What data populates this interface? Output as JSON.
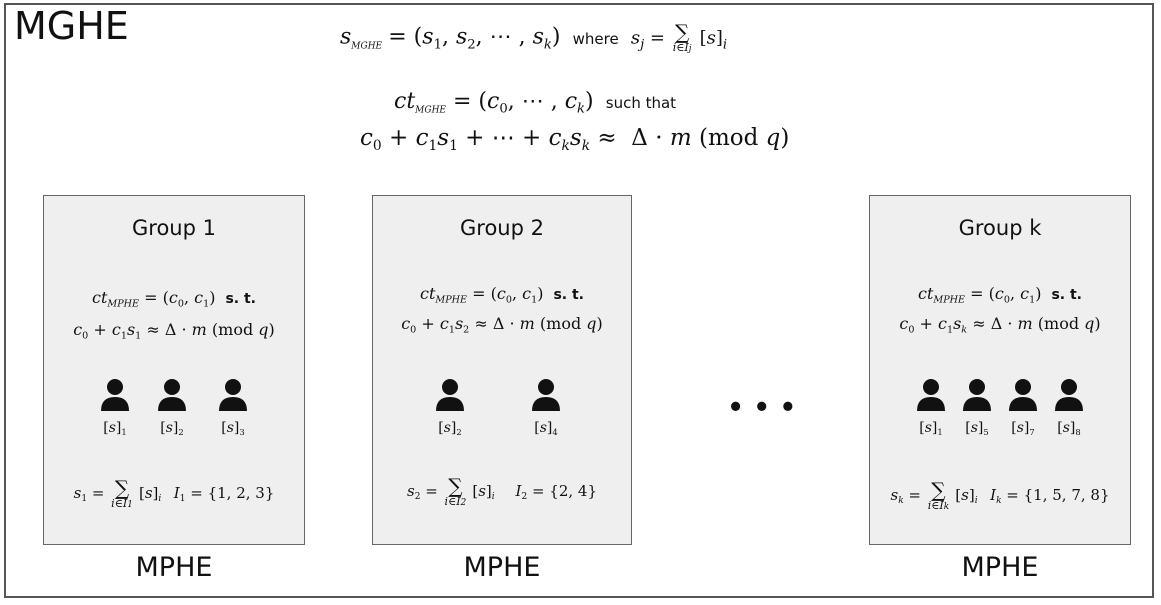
{
  "title": "MGHE",
  "words": {
    "where": "where",
    "such_that": "such that",
    "st": "s. t."
  },
  "groups": [
    {
      "title": "Group 1",
      "users": [
        "1",
        "2",
        "3"
      ],
      "s_index": "1",
      "I_set": "{1, 2, 3}",
      "caption": "MPHE"
    },
    {
      "title": "Group 2",
      "users": [
        "2",
        "4"
      ],
      "s_index": "2",
      "I_set": "{2, 4}",
      "caption": "MPHE"
    },
    {
      "title": "Group k",
      "users": [
        "1",
        "5",
        "7",
        "8"
      ],
      "s_index": "k",
      "I_set": "{1, 5, 7, 8}",
      "caption": "MPHE"
    }
  ],
  "ellipsis": "• • •",
  "icons": {
    "user": "user-icon"
  }
}
